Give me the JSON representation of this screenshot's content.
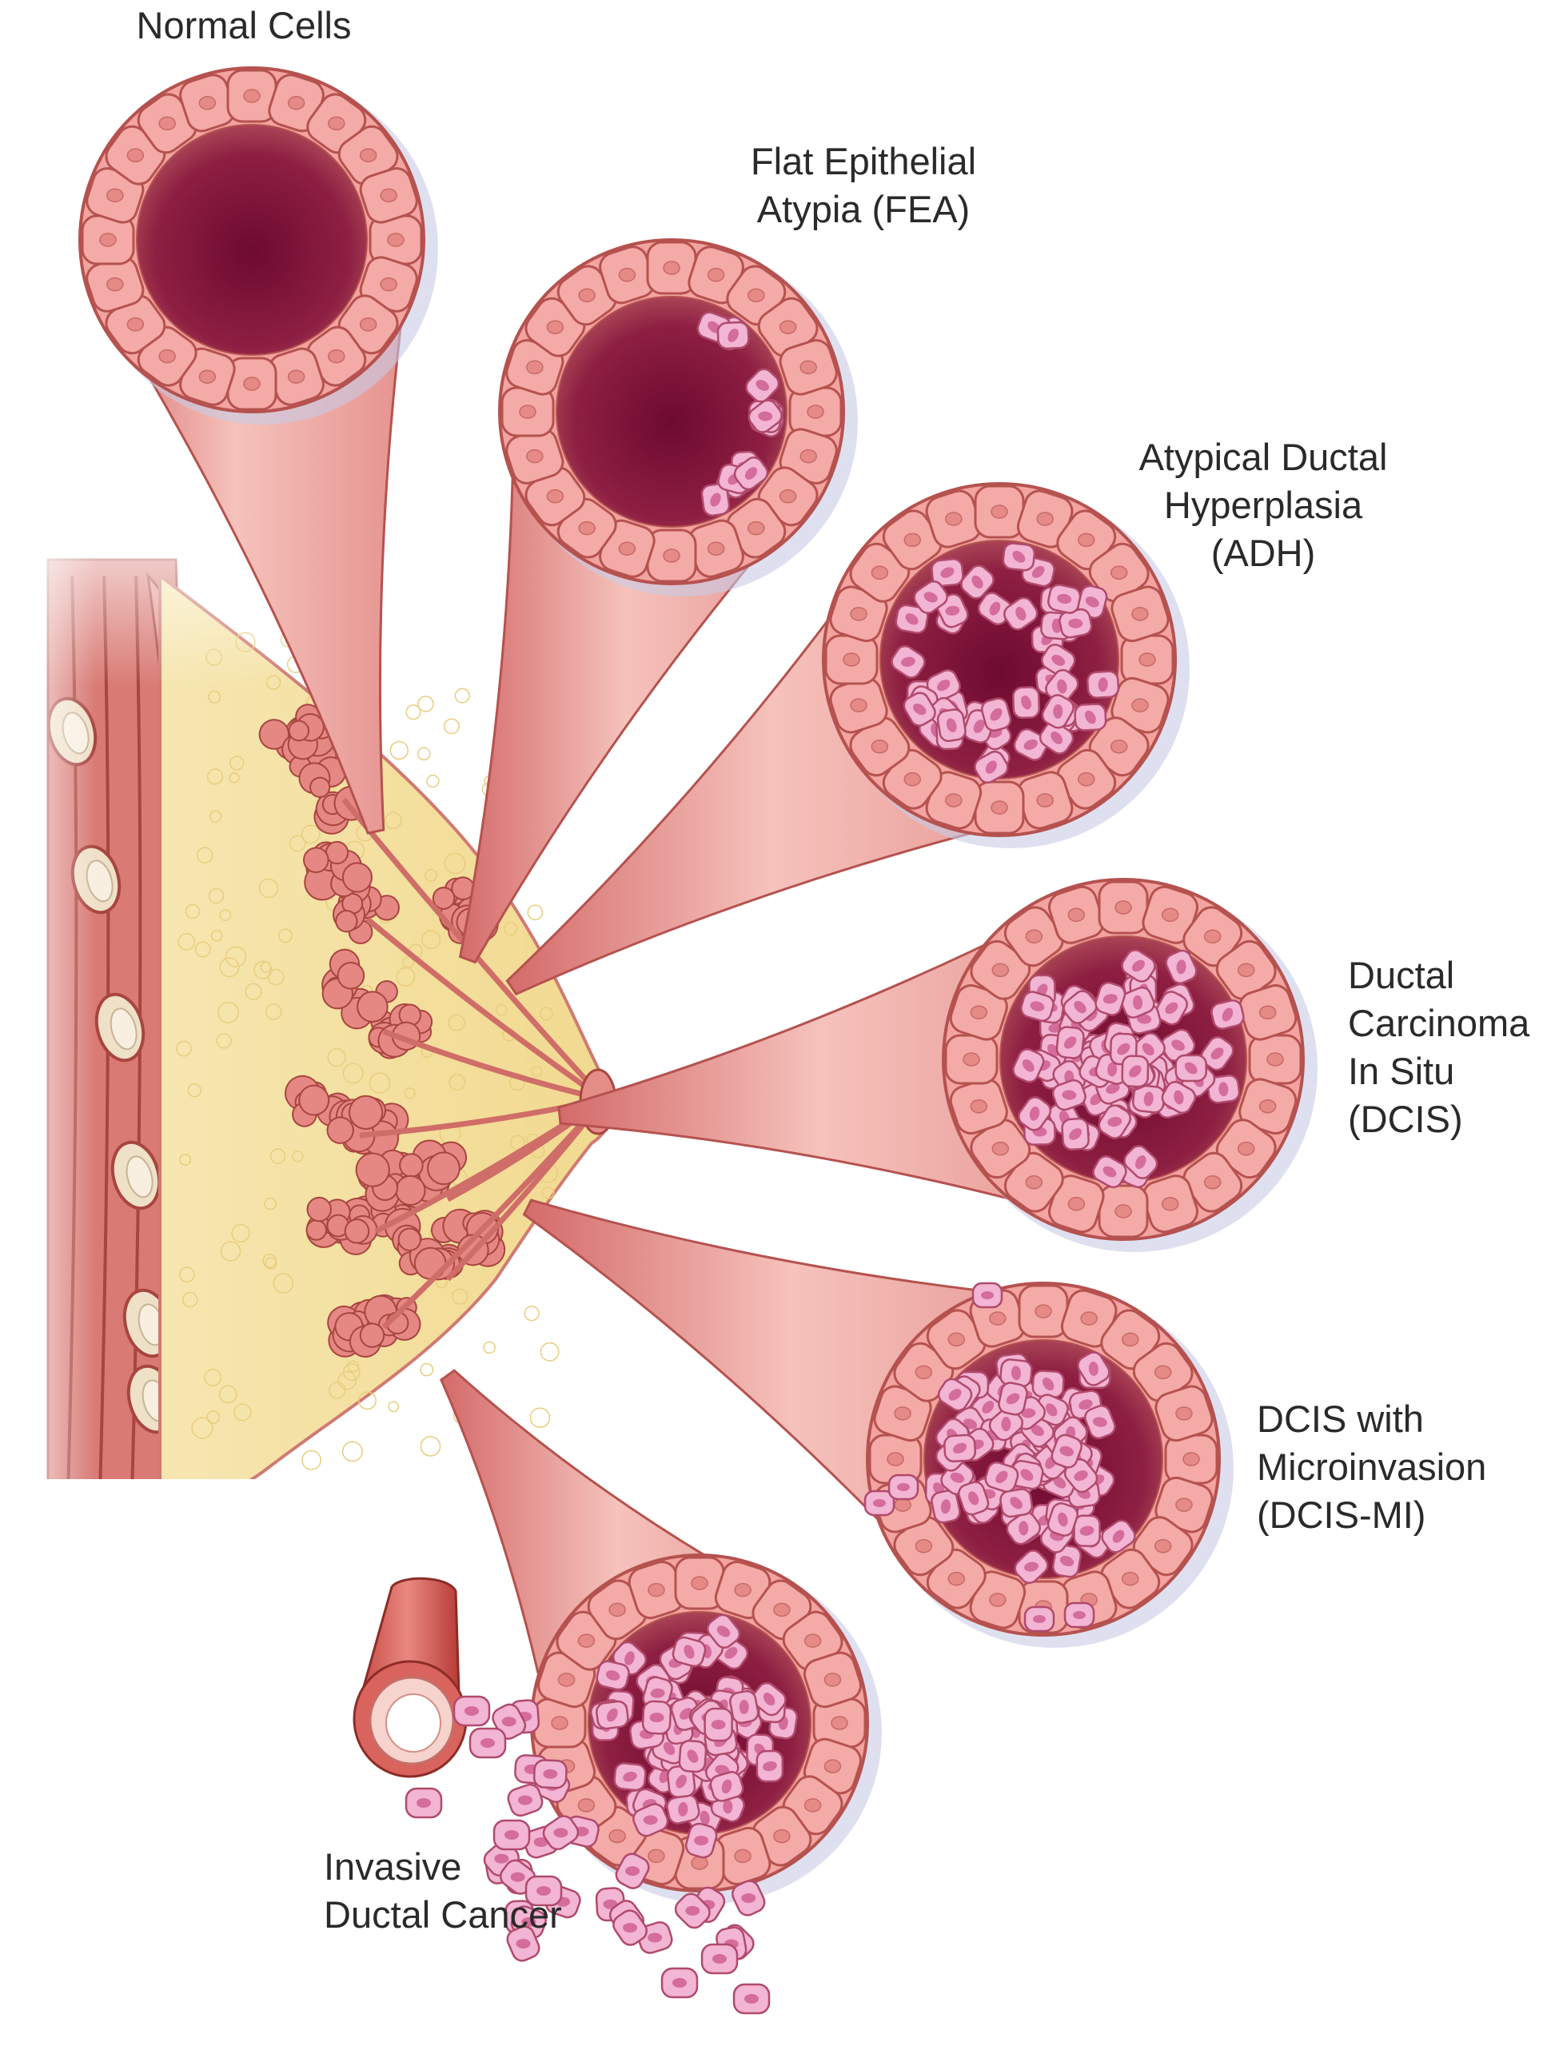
{
  "labels": {
    "normal": [
      "Normal Cells"
    ],
    "fea": [
      "Flat Epithelial",
      "Atypia (FEA)"
    ],
    "adh": [
      "Atypical Ductal",
      "Hyperplasia",
      "(ADH)"
    ],
    "dcis": [
      "Ductal",
      "Carcinoma",
      "In Situ",
      "(DCIS)"
    ],
    "dcismi": [
      "DCIS with",
      "Microinvasion",
      "(DCIS-MI)"
    ],
    "idc": [
      "Invasive",
      "Ductal Cancer"
    ]
  },
  "stages": [
    {
      "key": "normal",
      "fill": 0.0
    },
    {
      "key": "fea",
      "fill": 0.15
    },
    {
      "key": "adh",
      "fill": 0.5
    },
    {
      "key": "dcis",
      "fill": 0.85
    },
    {
      "key": "dcismi",
      "fill": 0.88
    },
    {
      "key": "idc",
      "fill": 0.9
    }
  ],
  "colors": {
    "wall": "#f3a3a0",
    "wall_stroke": "#b5524f",
    "cell_outer": "#f4aaa6",
    "nucleus_outer": "#e58a86",
    "cell_inner": "#f2b5d3",
    "cell_inner_stroke": "#b04a6c",
    "nucleus_inner": "#d46c9c",
    "lumen_center": "#7a0f35",
    "lumen_edge": "#b04a58",
    "fat": "#f4e2a3",
    "muscle": "#d97a74",
    "bone": "#efe0c8"
  }
}
